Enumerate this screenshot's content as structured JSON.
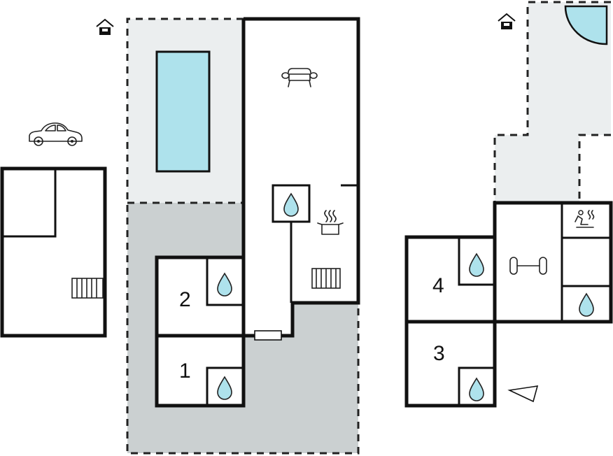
{
  "colors": {
    "terrace_fill": "#ebeeef",
    "courtyard_fill": "#cbd0d1",
    "water": "#aee2ec",
    "wall": "#111111",
    "background": "#ffffff"
  },
  "rooms": {
    "room1": "1",
    "room2": "2",
    "room3": "3",
    "room4": "4"
  },
  "icons": [
    "house-entrance-icon",
    "car-icon",
    "sofa-icon",
    "cooking-pot-icon",
    "radiator-icon",
    "water-drop-icon",
    "dumbbell-icon",
    "sauna-icon",
    "north-arrow-icon",
    "pool",
    "hot-tub"
  ]
}
